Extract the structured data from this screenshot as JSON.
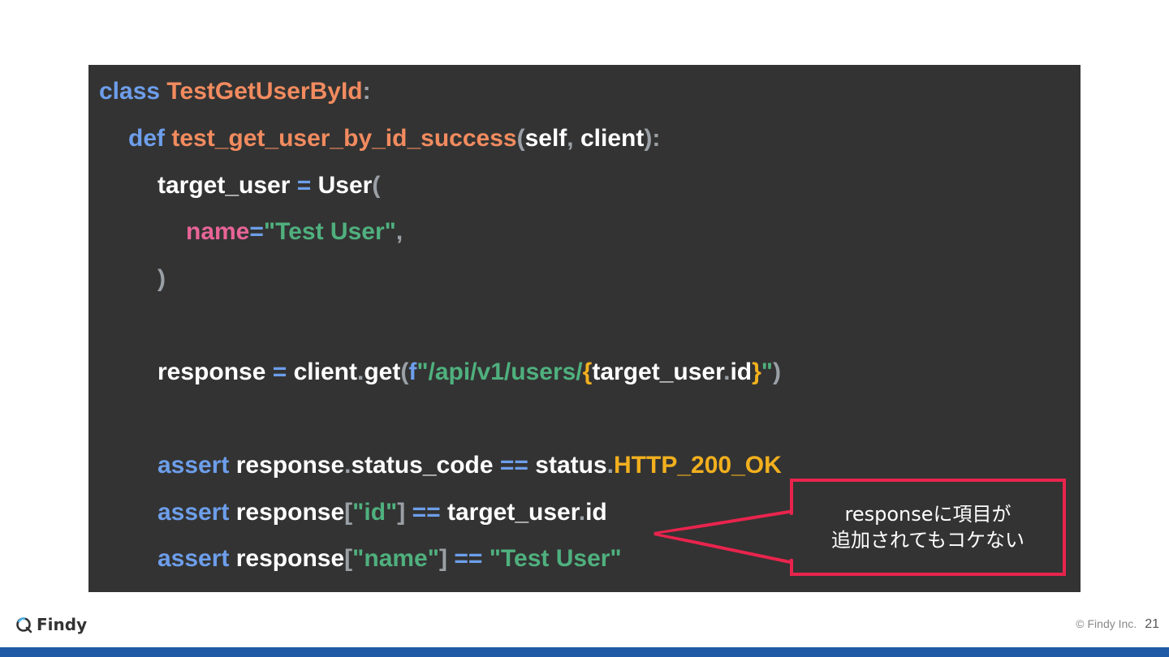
{
  "code": {
    "l1": {
      "kw": "class",
      "name": "TestGetUserById",
      "colon": ":"
    },
    "l2": {
      "kw": "def",
      "name": "test_get_user_by_id_success",
      "open": "(",
      "a1": "self",
      "comma": ",",
      "a2": "client",
      "close": "):"
    },
    "l3": {
      "var": "target_user",
      "eq": "=",
      "call": "User",
      "open": "("
    },
    "l4": {
      "arg": "name",
      "eq": "=",
      "str": "\"Test User\"",
      "comma": ","
    },
    "l5": {
      "close": ")"
    },
    "l6": {
      "var": "response",
      "eq": "=",
      "obj": "client",
      "dot": ".",
      "method": "get",
      "open": "(",
      "f": "f",
      "str": "\"/api/v1/users/",
      "lb": "{",
      "expr1": "target_user",
      "dot2": ".",
      "expr2": "id",
      "rb": "}",
      "endq": "\"",
      "close": ")"
    },
    "l7": {
      "kw": "assert",
      "a": "response",
      "dot": ".",
      "b": "status_code",
      "eq": "==",
      "c": "status",
      "dot2": ".",
      "const": "HTTP_200_OK"
    },
    "l8": {
      "kw": "assert",
      "a": "response",
      "lb": "[",
      "str": "\"id\"",
      "rb": "]",
      "eq": "==",
      "c": "target_user",
      "dot": ".",
      "d": "id"
    },
    "l9": {
      "kw": "assert",
      "a": "response",
      "lb": "[",
      "str": "\"name\"",
      "rb": "]",
      "eq": "==",
      "val": "\"Test User\""
    }
  },
  "callout": {
    "line1": "responseに項目が",
    "line2": "追加されてもコケない"
  },
  "footer": {
    "logo": "Findy",
    "copyright": "© Findy Inc.",
    "page": "21"
  },
  "colors": {
    "panel": "#333333",
    "callout_border": "#e8244d",
    "bottom_bar": "#1f5aa6"
  }
}
